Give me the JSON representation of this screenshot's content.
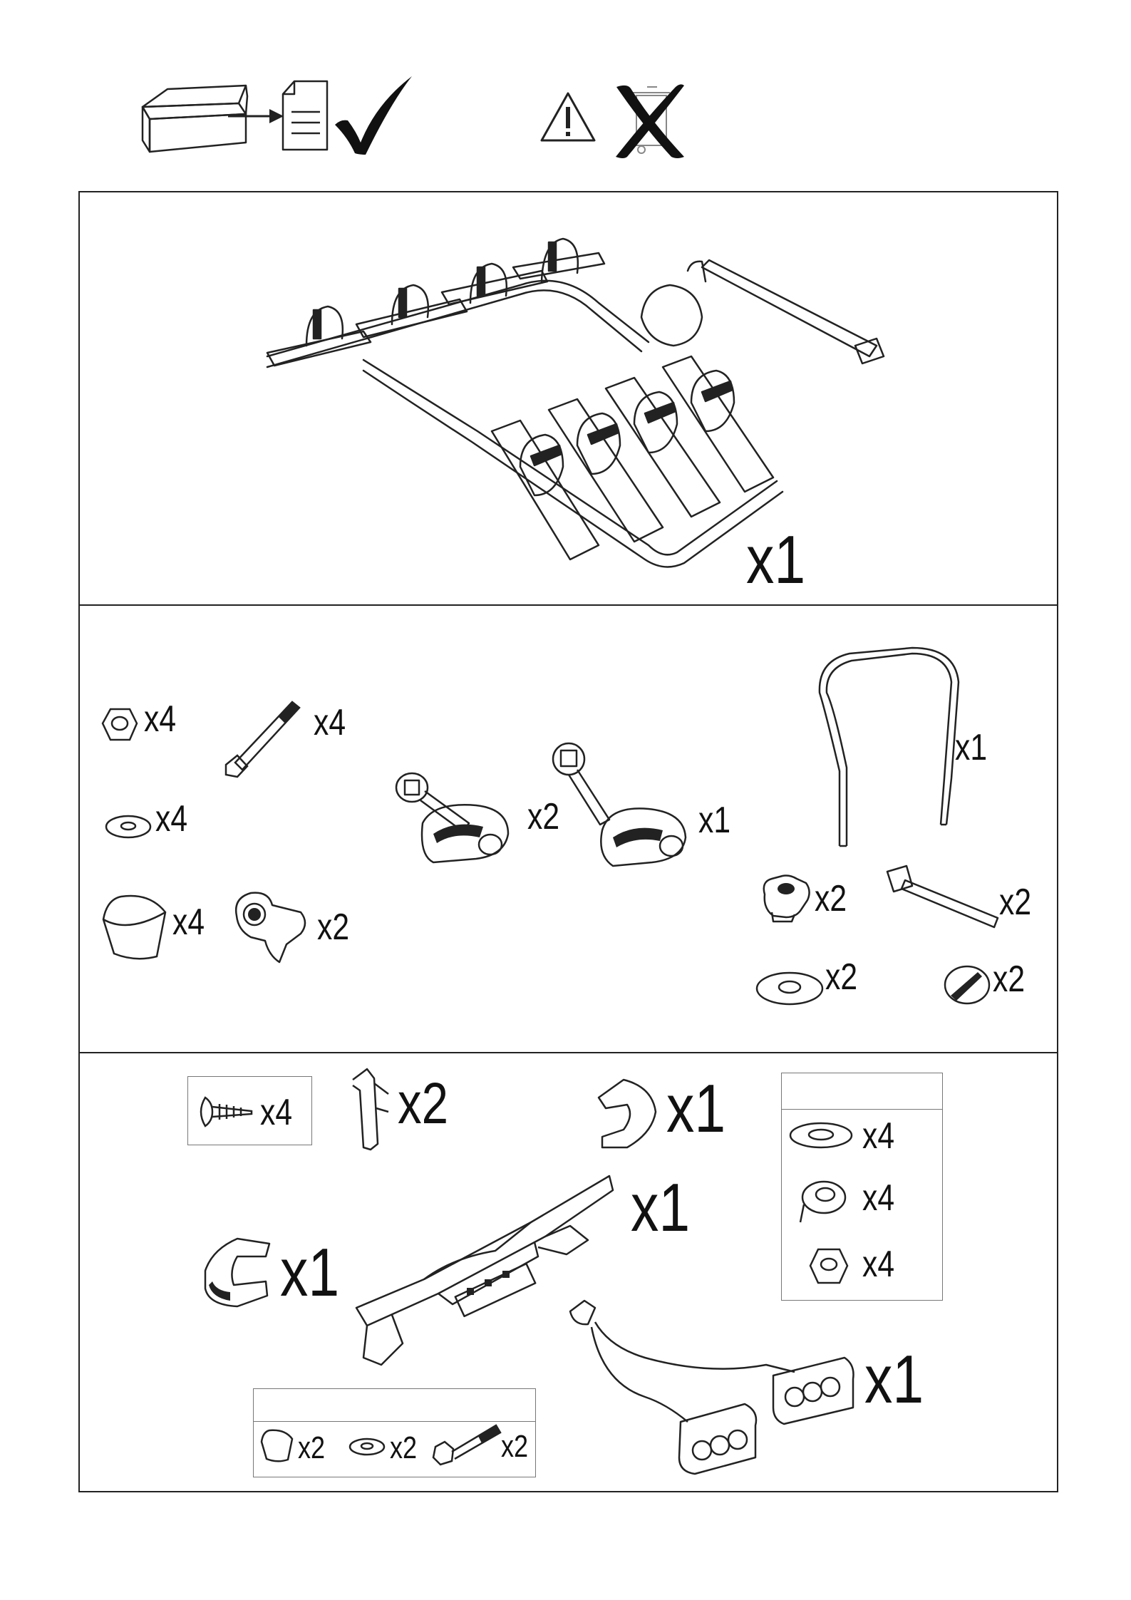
{
  "header_icons": {
    "box_icon": "box-icon",
    "document_icon": "document-icon",
    "check_icon": "checkmark-icon",
    "warning_icon": "warning-triangle-icon",
    "no_trash_icon": "crossed-out-bin-icon"
  },
  "panel_main": {
    "rack_qty": "x1"
  },
  "panel_hardware": {
    "nut_qty": "x4",
    "bolt_qty": "x4",
    "washer_qty": "x4",
    "cap_qty": "x4",
    "clamp_qty": "x2",
    "arm_double_qty": "x2",
    "arm_single_qty": "x1",
    "frame_arm_qty": "x1",
    "knob_qty": "x2",
    "long_bolt_qty": "x2",
    "large_washer_qty": "x2",
    "round_knob_qty": "x2"
  },
  "panel_parts": {
    "screw_qty": "x4",
    "bracket_qty": "x2",
    "end_cap_top_qty": "x1",
    "light_bar_qty": "x1",
    "end_cap_left_qty": "x1",
    "lights_qty": "x1",
    "small_box": {
      "washer_qty": "x4",
      "spring_washer_qty": "x4",
      "nut_qty": "x4"
    },
    "bottom_box": {
      "cap_qty": "x2",
      "washer_qty": "x2",
      "bolt_qty": "x2"
    }
  }
}
